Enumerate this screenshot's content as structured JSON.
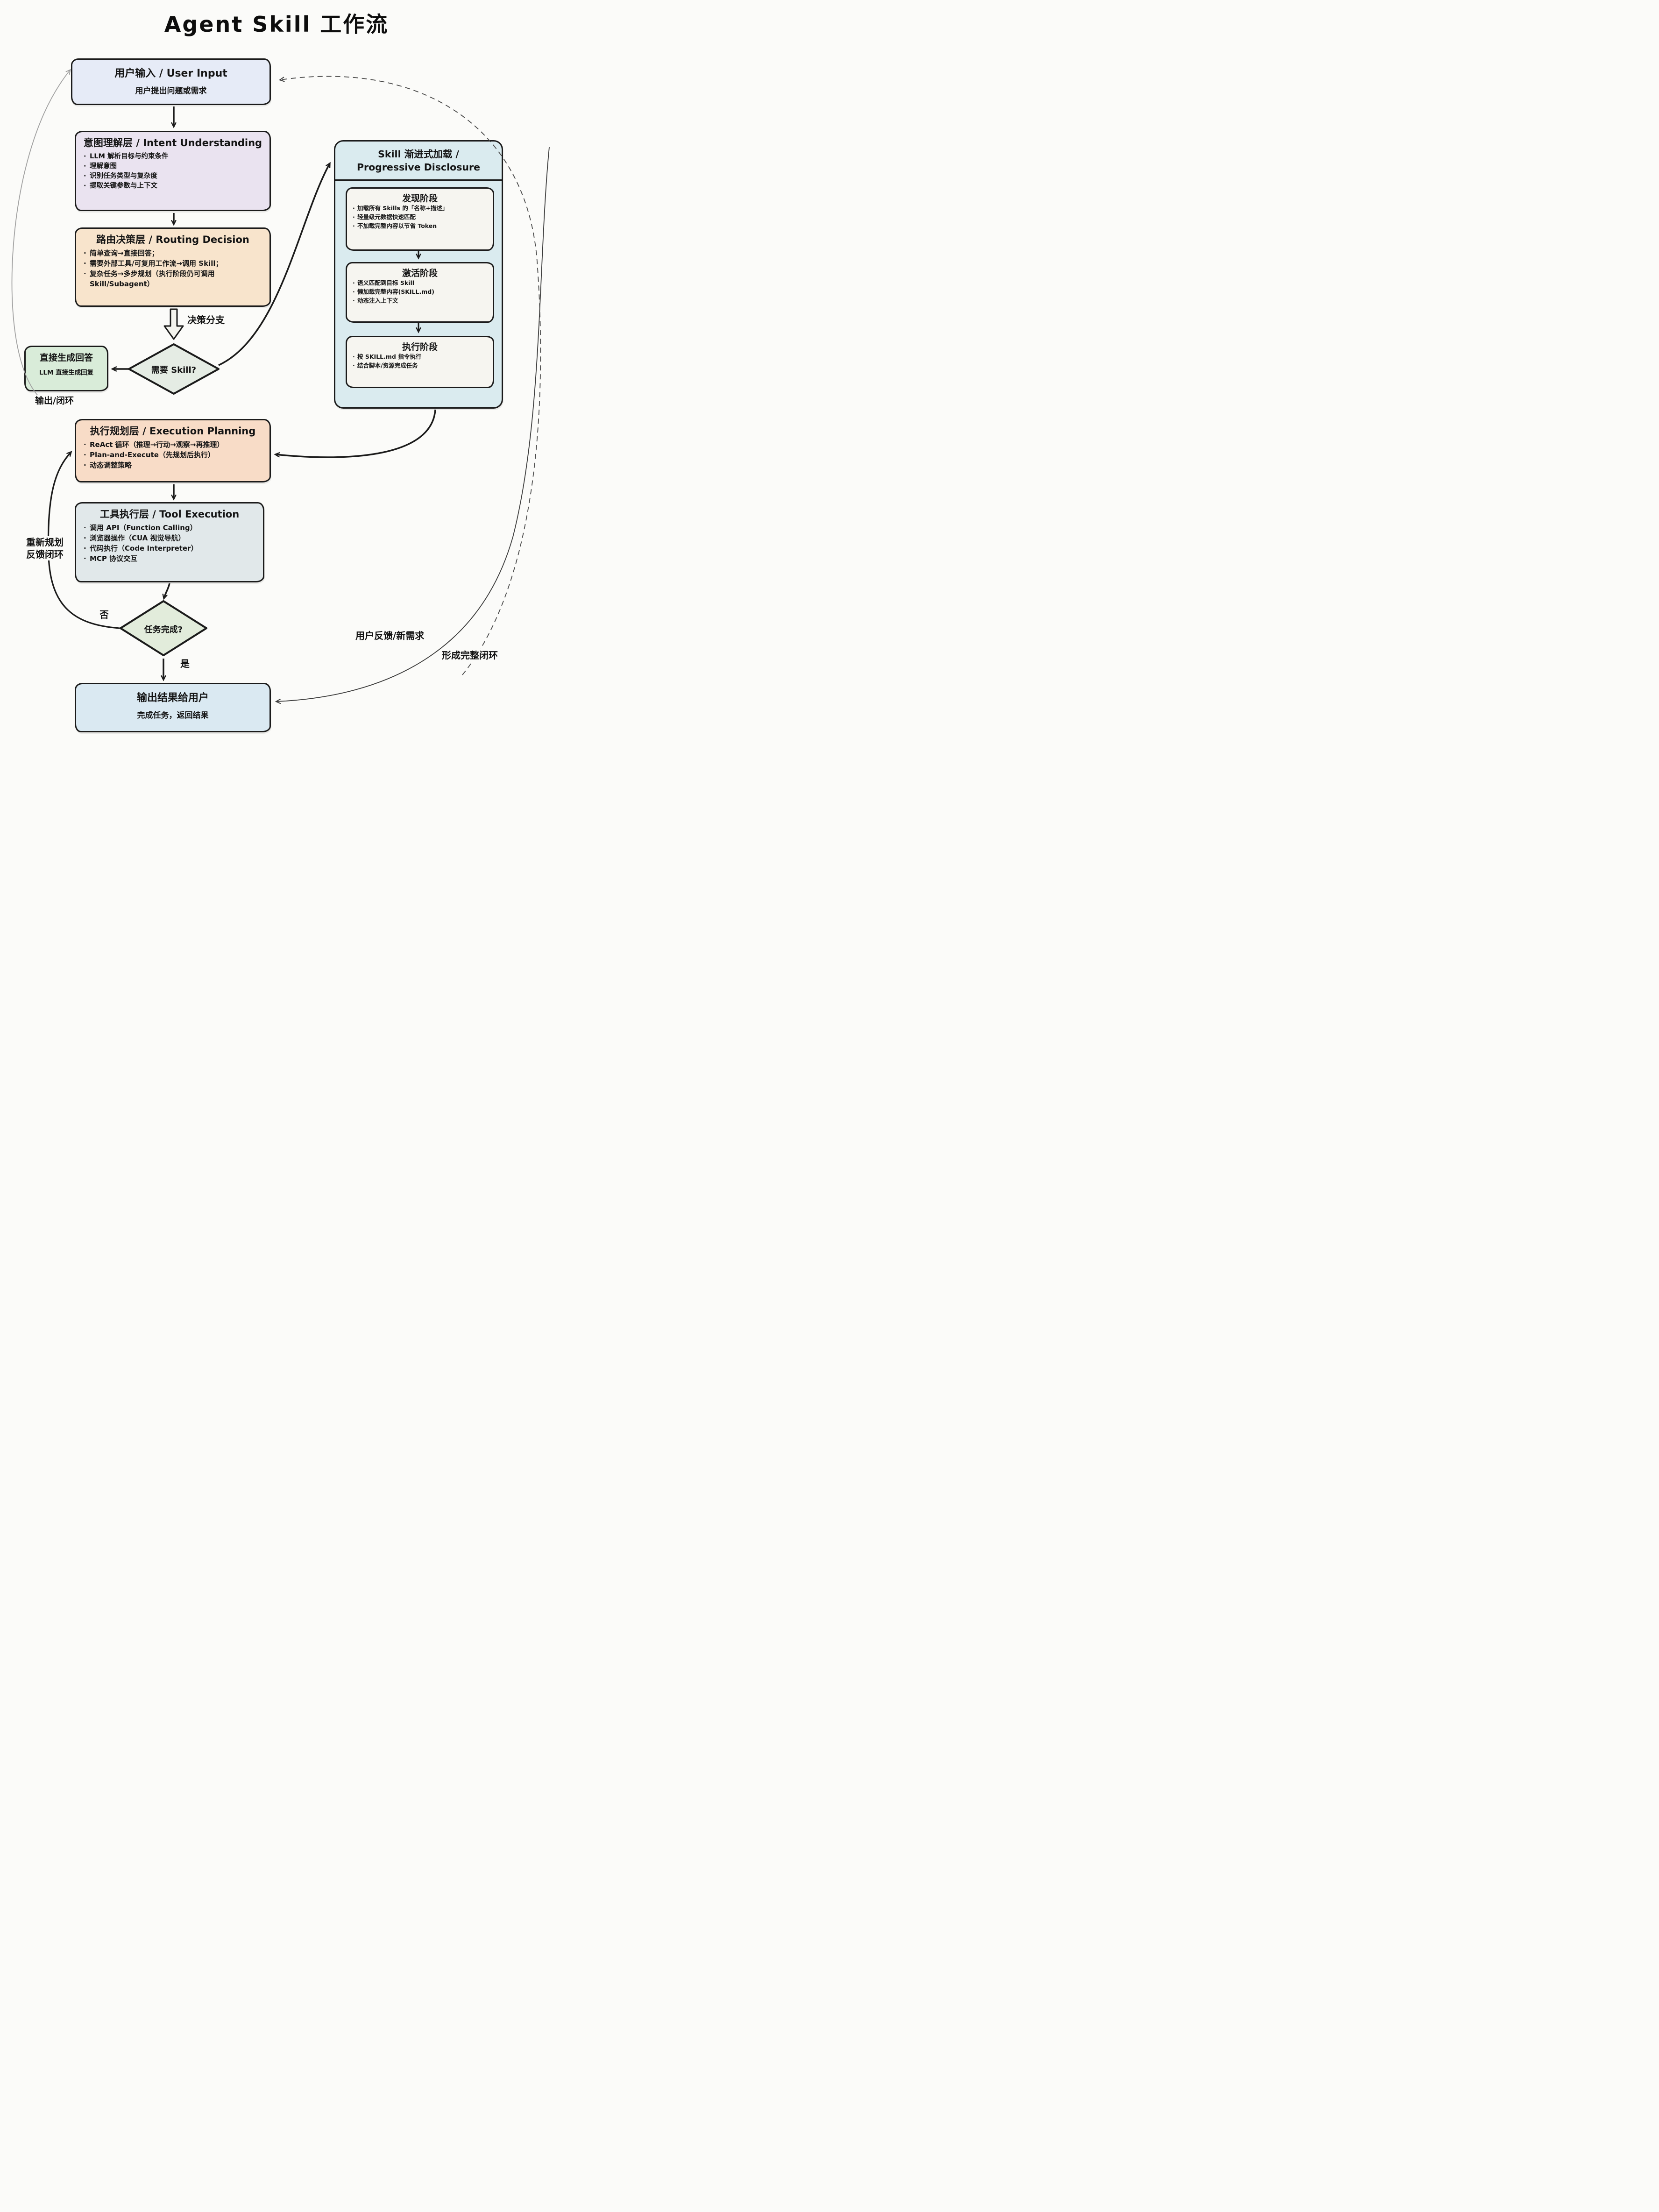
{
  "title": "Agent Skill 工作流",
  "nodes": {
    "user_input": {
      "title": "用户输入 / User Input",
      "subtitle": "用户提出问题或需求"
    },
    "intent": {
      "title": "意图理解层 / Intent Understanding",
      "bullets": [
        "LLM 解析目标与约束条件",
        "理解意图",
        "识别任务类型与复杂度",
        "提取关键参数与上下文"
      ]
    },
    "routing": {
      "title": "路由决策层 / Routing Decision",
      "bullets": [
        "简单查询→直接回答；",
        "需要外部工具/可复用工作流→调用 Skill；",
        "复杂任务→多步规划（执行阶段仍可调用 Skill/Subagent）"
      ]
    },
    "decision_skill": {
      "label": "需要 Skill?"
    },
    "direct_answer": {
      "title": "直接生成回答",
      "subtitle": "LLM 直接生成回复"
    },
    "skill_loading": {
      "title": "Skill 渐进式加载 / Progressive Disclosure",
      "stages": [
        {
          "title": "发现阶段",
          "bullets": [
            "加载所有 Skills 的「名称+描述」",
            "轻量级元数据快速匹配",
            "不加载完整内容以节省 Token"
          ]
        },
        {
          "title": "激活阶段",
          "bullets": [
            "语义匹配到目标 Skill",
            "懒加载完整内容(SKILL.md)",
            "动态注入上下文"
          ]
        },
        {
          "title": "执行阶段",
          "bullets": [
            "按 SKILL.md 指令执行",
            "结合脚本/资源完成任务"
          ]
        }
      ]
    },
    "exec_planning": {
      "title": "执行规划层 / Execution Planning",
      "bullets": [
        "ReAct 循环（推理→行动→观察→再推理）",
        "Plan-and-Execute（先规划后执行）",
        "动态调整策略"
      ]
    },
    "tool_exec": {
      "title": "工具执行层 / Tool Execution",
      "bullets": [
        "调用 API（Function Calling）",
        "浏览器操作（CUA 视觉导航）",
        "代码执行（Code Interpreter）",
        "MCP 协议交互"
      ]
    },
    "decision_done": {
      "label": "任务完成?"
    },
    "output": {
      "title": "输出结果给用户",
      "subtitle": "完成任务，返回结果"
    }
  },
  "edge_labels": {
    "decision_branch": "决策分支",
    "output_loop": "输出/闭环",
    "no": "否",
    "yes": "是",
    "replan_line1": "重新规划",
    "replan_line2": "反馈闭环",
    "user_feedback": "用户反馈/新需求",
    "closed_loop": "形成完整闭环"
  },
  "colors": {
    "user_input": "#e6ebf7",
    "intent": "#eae3f0",
    "routing": "#f8e4cc",
    "decision": "#e5ece4",
    "direct_answer": "#d9ecd9",
    "skill_container": "#daebef",
    "stage": "#f6f5f0",
    "planning": "#f8dcc7",
    "tool": "#e1e8ea",
    "decision_done": "#e2ecdb",
    "output": "#dae9f2",
    "line": "#1b1b1b"
  }
}
